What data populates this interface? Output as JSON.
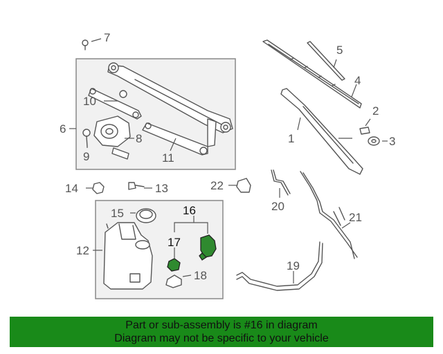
{
  "callouts": {
    "c1": "1",
    "c2": "2",
    "c3": "3",
    "c4": "4",
    "c5": "5",
    "c6": "6",
    "c7": "7",
    "c8": "8",
    "c9": "9",
    "c10": "10",
    "c11": "11",
    "c12": "12",
    "c13": "13",
    "c14": "14",
    "c15": "15",
    "c16": "16",
    "c17": "17",
    "c18": "18",
    "c19": "19",
    "c20": "20",
    "c21": "21",
    "c22": "22"
  },
  "banner": {
    "line1": "Part or sub-assembly is #16 in diagram",
    "line2": "Diagram may not be specific to your vehicle"
  },
  "colors": {
    "banner_bg": "#198a19",
    "highlight_part": "#2f8a2f",
    "box_fill": "#f1f1f1"
  }
}
